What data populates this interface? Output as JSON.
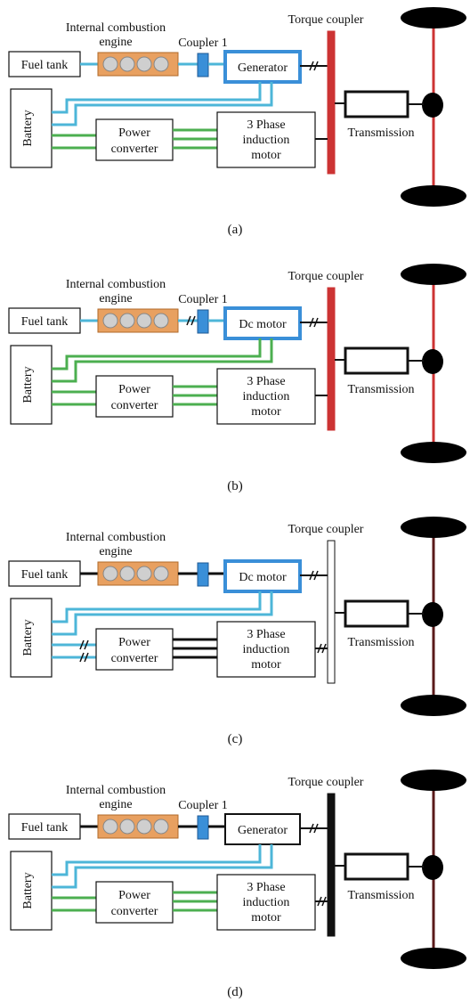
{
  "panels": [
    {
      "id": "a",
      "caption": "(a)",
      "engine_label": [
        "Internal combustion",
        "engine"
      ],
      "coupler_label": "Coupler 1",
      "torque_label": "Torque coupler",
      "fuel_tank": "Fuel tank",
      "machine": "Generator",
      "battery": "Battery",
      "converter": [
        "Power",
        "converter"
      ],
      "motor": [
        "3 Phase",
        "induction",
        "motor"
      ],
      "transmission": "Transmission",
      "colors": {
        "fuel_line": "#4db6d8",
        "power_line": "#4db6d8",
        "converter_line": "#4caf50",
        "coupler_bar": "#cc3333",
        "axle": "#cc3333"
      }
    },
    {
      "id": "b",
      "caption": "(b)",
      "engine_label": [
        "Internal combustion",
        "engine"
      ],
      "coupler_label": "Coupler 1",
      "torque_label": "Torque coupler",
      "fuel_tank": "Fuel tank",
      "machine": "Dc motor",
      "battery": "Battery",
      "converter": [
        "Power",
        "converter"
      ],
      "motor": [
        "3 Phase",
        "induction",
        "motor"
      ],
      "transmission": "Transmission",
      "colors": {
        "fuel_line": "#4db6d8",
        "power_line": "#4caf50",
        "converter_line": "#4caf50",
        "coupler_bar": "#cc3333",
        "axle": "#cc3333"
      }
    },
    {
      "id": "c",
      "caption": "(c)",
      "engine_label": [
        "Internal combustion",
        "engine"
      ],
      "coupler_label": "",
      "torque_label": "Torque coupler",
      "fuel_tank": "Fuel tank",
      "machine": "Dc motor",
      "battery": "Battery",
      "converter": [
        "Power",
        "converter"
      ],
      "motor": [
        "3 Phase",
        "induction",
        "motor"
      ],
      "transmission": "Transmission",
      "colors": {
        "fuel_line": "#111111",
        "power_line": "#4db6d8",
        "converter_line": "#111111",
        "coupler_bar": "#ffffff",
        "axle": "#5a1a1a"
      }
    },
    {
      "id": "d",
      "caption": "(d)",
      "engine_label": [
        "Internal combustion",
        "engine"
      ],
      "coupler_label": "Coupler 1",
      "torque_label": "Torque coupler",
      "fuel_tank": "Fuel tank",
      "machine": "Generator",
      "battery": "Battery",
      "converter": [
        "Power",
        "converter"
      ],
      "motor": [
        "3 Phase",
        "induction",
        "motor"
      ],
      "transmission": "Transmission",
      "colors": {
        "fuel_line": "#111111",
        "power_line": "#4db6d8",
        "converter_line": "#4caf50",
        "coupler_bar": "#111111",
        "axle": "#5a1a1a"
      }
    }
  ]
}
